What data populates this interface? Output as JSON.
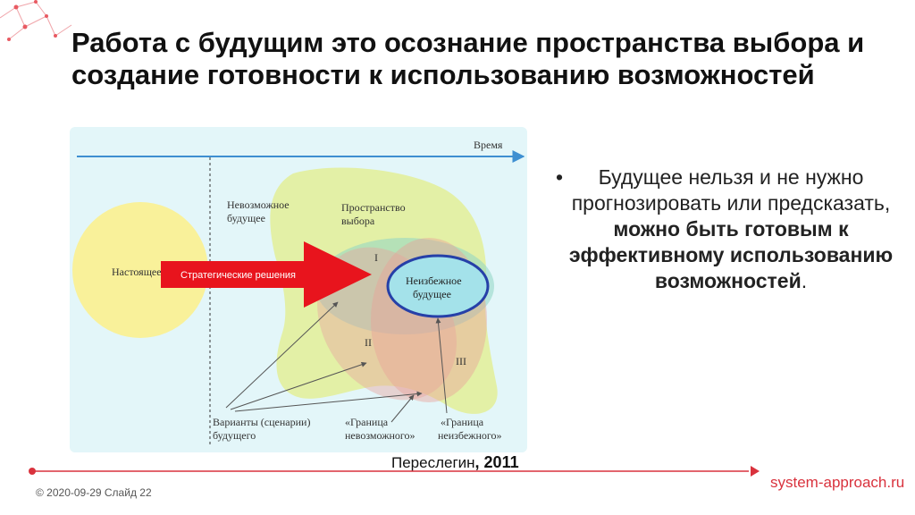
{
  "slide": {
    "title": "Работа с будущим это осознание пространства выбора и создание готовности к использованию возможностей"
  },
  "diagram": {
    "time_label": "Время",
    "present_label": "Настоящее",
    "arrow_label": "Стратегические решения",
    "impossible_future": [
      "Невозможное",
      "будущее"
    ],
    "choice_space": [
      "Пространство",
      "выбора"
    ],
    "inevitable_future": [
      "Неизбежное",
      "будущее"
    ],
    "region_numbers": [
      "I",
      "II",
      "III"
    ],
    "scenarios_label": [
      "Варианты (сценарии)",
      "будущего"
    ],
    "impossible_border": [
      "«Граница",
      "невозможного»"
    ],
    "inevitable_border": [
      "«Граница",
      "неизбежного»"
    ],
    "colors": {
      "background": "#e3f6f9",
      "present": "#f9f19a",
      "choice_space": "#e3f0a6",
      "arrow": "#e8141d",
      "inevitable_fill": "#a4e2ea",
      "inevitable_border": "#2640a8",
      "timeline": "#3e8fd1"
    }
  },
  "bullet": {
    "before": "Будущее нельзя и не нужно прогнозировать или предсказать, ",
    "bold": "можно быть готовым к эффективному использованию возможностей",
    "after": "."
  },
  "credit": {
    "author": "Переслегин",
    "year": ", 2011"
  },
  "footer": {
    "text": "©  2020-09-29 Слайд 22",
    "brand": "system-approach.ru",
    "accent_color": "#d9323d"
  }
}
